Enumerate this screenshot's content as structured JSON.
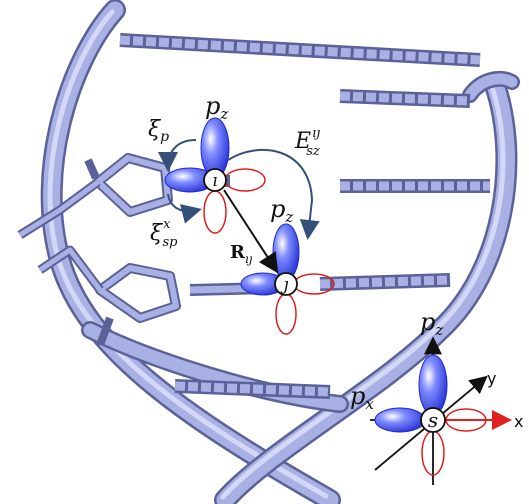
{
  "labels": {
    "xi_p": "ξp",
    "xi_sp": "ξ",
    "xi_sp_sup": "x",
    "xi_sp_sub": "sp",
    "e_sz": "E",
    "e_sz_sup": "ıȷ",
    "e_sz_sub": "sz",
    "r_vec": "R",
    "r_vec_sub": "ıȷ",
    "site_i": "ı",
    "site_j": "ȷ",
    "pz_top": "p",
    "pz_mid": "p",
    "pz_key": "p",
    "px_key": "p",
    "s_key": "s",
    "axis_x": "x",
    "axis_y": "y",
    "z_sub": "z",
    "x_sub": "x"
  },
  "colors": {
    "p_lobe": "#3f4ce8",
    "s_lobe_outline": "#e02020",
    "dna_backbone": "#a6aee0",
    "dna_edge": "#5b6299",
    "arrow_blue": "#34507a",
    "axis_x_arrow": "#e02020"
  }
}
